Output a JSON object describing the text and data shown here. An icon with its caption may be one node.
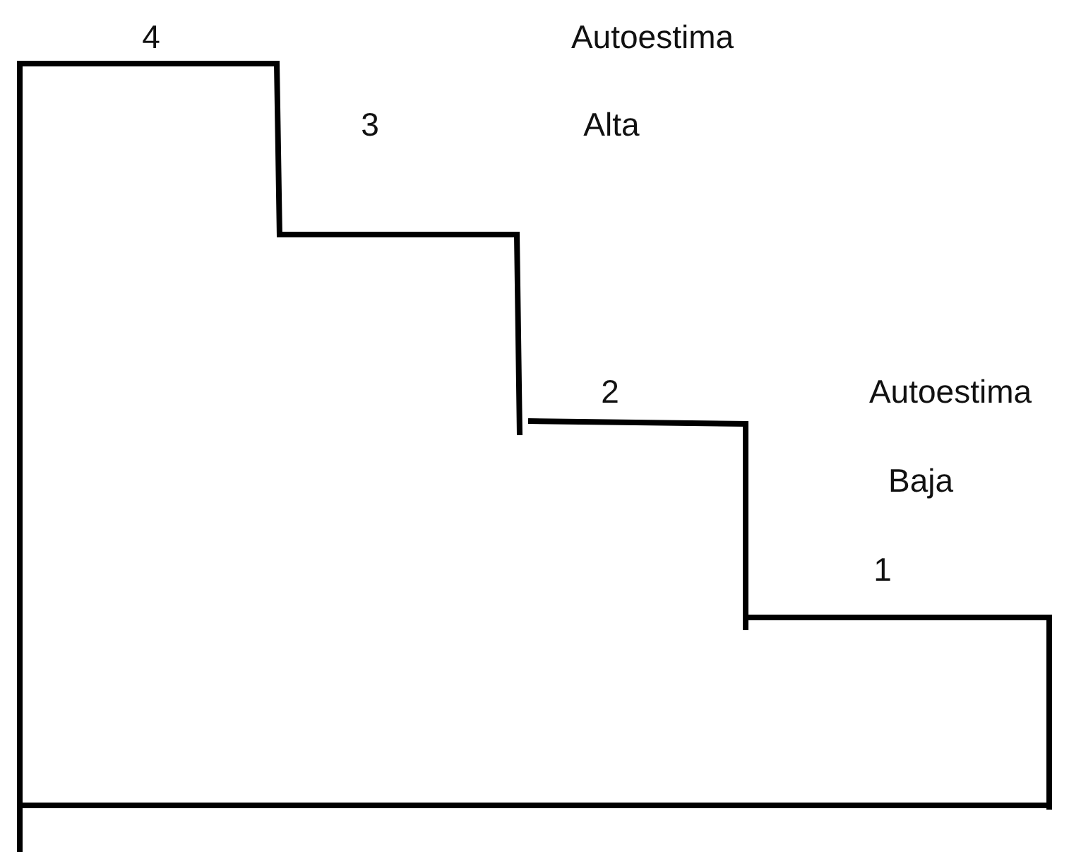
{
  "diagram": {
    "labels": [
      "4",
      "Autoestima",
      "3",
      "Alta",
      "2",
      "Autoestima",
      "Baja",
      "1"
    ]
  }
}
